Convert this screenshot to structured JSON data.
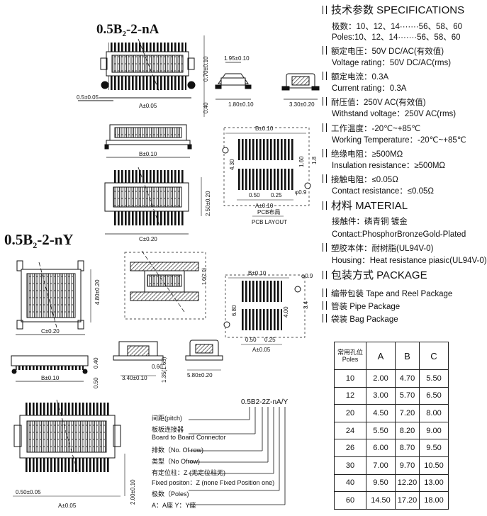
{
  "titles": {
    "na_a": "0.5B",
    "na_sub": "2",
    "na_b": "-2-nA",
    "ny_a": "0.5B",
    "ny_sub": "2",
    "ny_b": "-2-nY"
  },
  "dims": {
    "d070": "0.70±0.10",
    "d040_top": "0.40",
    "d050": "0.5±0.05",
    "dA": "A±0.05",
    "d195": "1.95±0.10",
    "d180": "1.80±0.10",
    "d330": "3.30±0.20",
    "dB": "B±0.10",
    "d250": "2.50±0.20",
    "dC": "C±0.20",
    "pcbB": "B±0.10",
    "pcb430": "4.30",
    "pcb160": "1.60",
    "pcb18": "1.8",
    "pcb050": "0.50",
    "pcb025": "0.25",
    "pcbA": "A±0.10",
    "pcb09": "φ0.9",
    "pcbLabel": "PCB布局",
    "pcbLayout": "PCB LAYOUT",
    "ny480": "4.80±0.20",
    "nyC": "C±0.20",
    "ny040": "0.40",
    "nyB": "B±0.10",
    "ny050r": "0.50",
    "s16": "1.6(2.0)",
    "d060": "0.60",
    "d340": "3.40±0.10",
    "d135": "1.35(1.65)",
    "d580": "5.80±0.20",
    "p2B": "B±0.10",
    "p2_09": "φ0.9",
    "p2_680": "6.80",
    "p2_400": "4.00",
    "p2_34": "3.4",
    "p2_050": "0.50",
    "p2_025": "0.25",
    "p2A": "A±0.05",
    "ny_050": "0.50±0.05",
    "nyA": "A±0.05",
    "ny200": "2.00±0.10"
  },
  "specs": {
    "h1": "技术参数 SPECIFICATIONS",
    "l1": "极数：10、12、14·······56、58、60",
    "l2": "Poles:10、12、14·······56、58、60",
    "l3": "额定电压：50V DC/AC(有效值)",
    "l4": "Voltage rating：50V DC/AC(rms)",
    "l5": "额定电流：0.3A",
    "l6": "Current rating：0.3A",
    "l7": "耐压值：250V AC(有效值)",
    "l8": "Withstand voltage：250V AC(rms)",
    "l9": "工作温度：-20℃~+85℃",
    "l10": "Working Temperature：-20℃~+85℃",
    "l11": "绝缘电阻：≥500MΩ",
    "l12": "Insulation resistance：≥500MΩ",
    "l13": "接触电阻：≤0.05Ω",
    "l14": "Contact resistance：≤0.05Ω",
    "h2": "材料 MATERIAL",
    "m1": "接触件：磷青铜  镀金",
    "m2": "Contact:PhosphorBronzeGold-Plated",
    "m3": "塑胶本体：耐树脂(UL94V-0)",
    "m4": "Housing：Heat resistance piasic(UL94V-0)",
    "h3": "包装方式 PACKAGE",
    "k1": "编带包装 Tape and Reel Package",
    "k2": "管装 Pipe Package",
    "k3": "袋装 Bag Package"
  },
  "table": {
    "head_cn": "常用孔位",
    "head_en": "Poles",
    "headers": [
      "A",
      "B",
      "C"
    ],
    "rows": [
      [
        "10",
        "2.00",
        "4.70",
        "5.50"
      ],
      [
        "12",
        "3.00",
        "5.70",
        "6.50"
      ],
      [
        "20",
        "4.50",
        "7.20",
        "8.00"
      ],
      [
        "24",
        "5.50",
        "8.20",
        "9.00"
      ],
      [
        "26",
        "6.00",
        "8.70",
        "9.50"
      ],
      [
        "30",
        "7.00",
        "9.70",
        "10.50"
      ],
      [
        "40",
        "9.50",
        "12.20",
        "13.00"
      ],
      [
        "60",
        "14.50",
        "17.20",
        "18.00"
      ]
    ]
  },
  "ordering": {
    "code": "0.5B2-2Z-nA/Y",
    "o1": "间距(pitch)",
    "o2": "板板连接器",
    "o3": "Board to Board Connector",
    "o4": "排数（No. Of row)",
    "o5": "类型（No Ofrow)",
    "o6": "有定位柱：Z (无定位柱无)",
    "o7": "Fixed positon：Z (none Fixed Position one)",
    "o8": "极数（Poles)",
    "o9": "A：A座  Y：Y座"
  }
}
